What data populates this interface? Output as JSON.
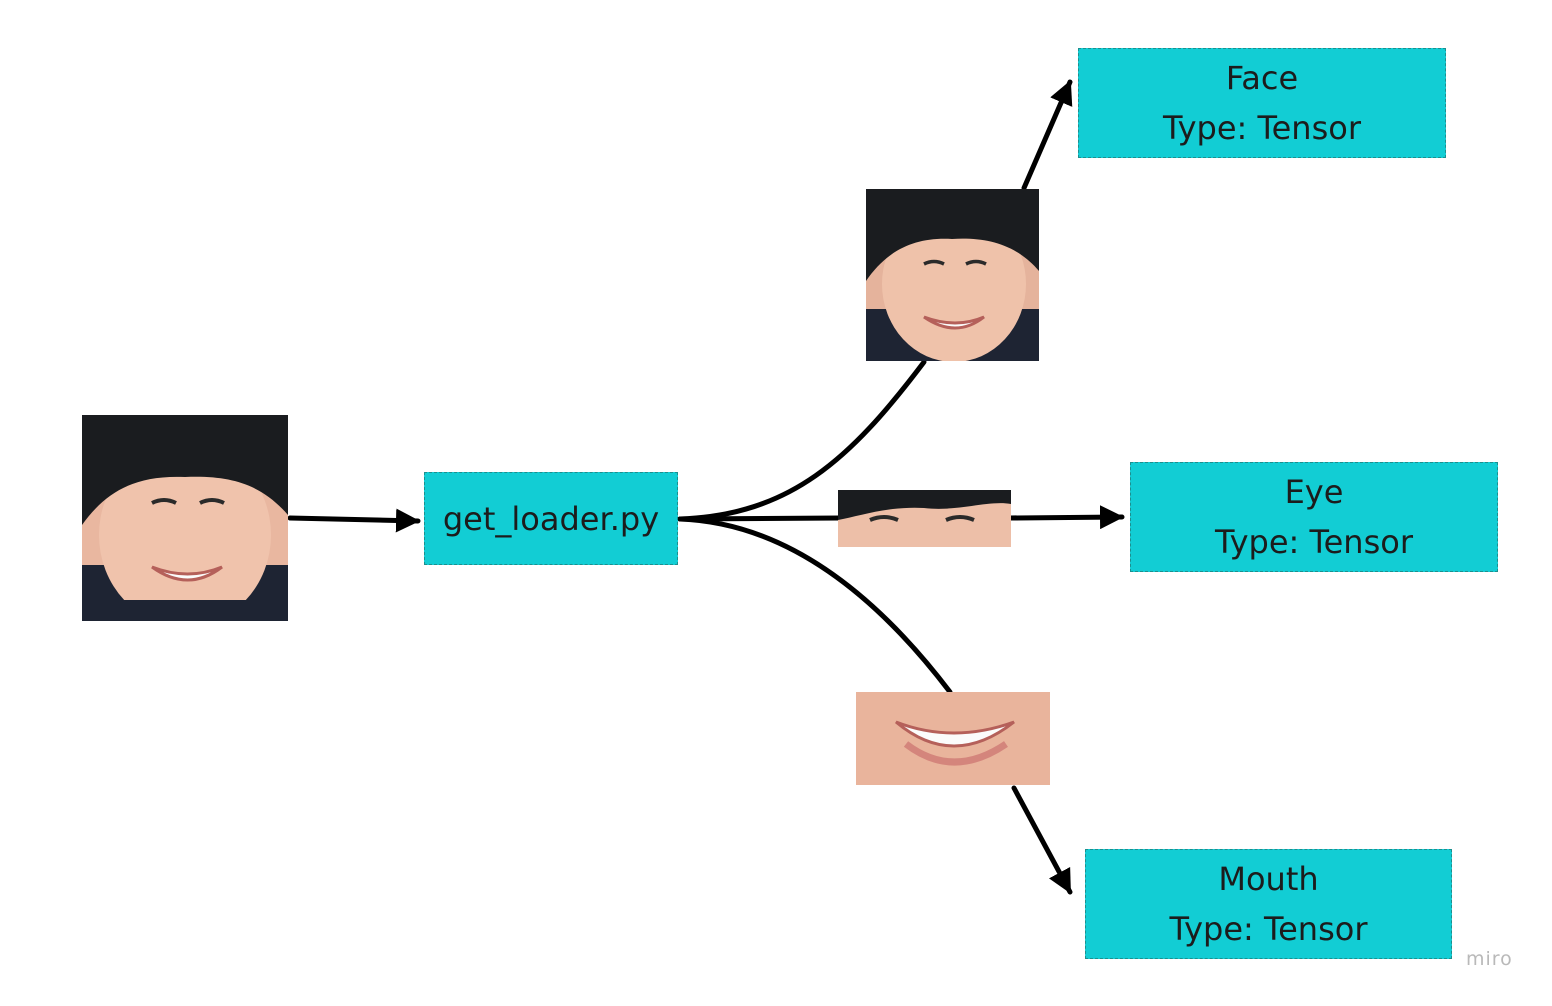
{
  "nodes": {
    "loader": {
      "label": "get_loader.py"
    },
    "face": {
      "name": "Face",
      "type_label": "Type: Tensor"
    },
    "eye": {
      "name": "Eye",
      "type_label": "Type: Tensor"
    },
    "mouth": {
      "name": "Mouth",
      "type_label": "Type: Tensor"
    }
  },
  "photos": {
    "input": "input-face-photo",
    "face": "face-crop-photo",
    "eye": "eye-crop-photo",
    "mouth": "mouth-crop-photo"
  },
  "colors": {
    "node_fill": "#12cdd4",
    "node_border": "#1d8f8f",
    "edge": "#000000"
  },
  "watermark": "miro"
}
